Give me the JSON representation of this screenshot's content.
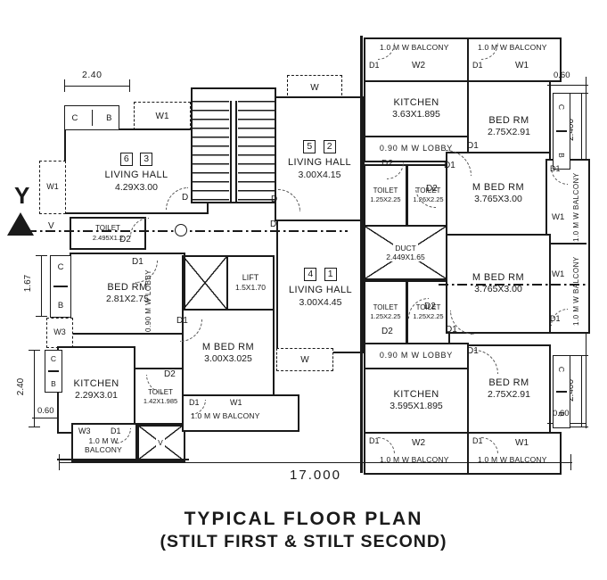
{
  "title": {
    "line1": "TYPICAL  FLOOR PLAN",
    "line2": "(STILT FIRST & STILT SECOND)"
  },
  "marker": {
    "y": "Y"
  },
  "labels": {
    "w": "W",
    "w1": "W1",
    "w2": "W2",
    "w3": "W3",
    "c": "C",
    "b": "B",
    "d": "D",
    "d1": "D1",
    "d2": "D2",
    "v": "V"
  },
  "texts": {
    "lobby": "0.90 M W LOBBY",
    "balcony": "1.0 M W BALCONY"
  },
  "dims": {
    "top_left": "2.40",
    "left_vert_upper": "1.67",
    "left_vert_lower": "2.40",
    "left_060": "0.60",
    "tr_060": "0.60",
    "tr_2400": "2.400",
    "br_060": "0.60",
    "br_2400": "2.400",
    "overall": "17.000"
  },
  "rooms": {
    "living63": {
      "u1": "6",
      "u2": "3",
      "name": "LIVING HALL",
      "dim": "4.29X3.00"
    },
    "living52": {
      "u1": "5",
      "u2": "2",
      "name": "LIVING HALL",
      "dim": "3.00X4.15"
    },
    "living41": {
      "u1": "4",
      "u2": "1",
      "name": "LIVING HALL",
      "dim": "3.00X4.45"
    },
    "bed_left": {
      "name": "BED RM",
      "dim": "2.81X2.75"
    },
    "kitchen_left": {
      "name": "KITCHEN",
      "dim": "2.29X3.01"
    },
    "toilet_left_top": {
      "name": "TOILET",
      "dim": "2.495X1.2"
    },
    "toilet_left_bottom": {
      "name": "TOILET",
      "dim": "1.42X1.985"
    },
    "mbed_center": {
      "name": "M BED RM",
      "dim": "3.00X3.025"
    },
    "lift": {
      "name": "LIFT",
      "dim": "1.5X1.70"
    },
    "kitchen_top_right": {
      "name": "KITCHEN",
      "dim": "3.63X1.895"
    },
    "bed_top_right": {
      "name": "BED RM",
      "dim": "2.75X2.91"
    },
    "mbed_right_upper": {
      "name": "M BED RM",
      "dim": "3.765X3.00"
    },
    "mbed_right_lower": {
      "name": "M BED RM",
      "dim": "3.765X3.00"
    },
    "duct": {
      "name": "DUCT",
      "dim": "2.449X1.65"
    },
    "toilet_r1": {
      "name": "TOILET",
      "dim": "1.25X2.25"
    },
    "toilet_r2": {
      "name": "TOILET",
      "dim": "1.26X2.25"
    },
    "toilet_r3": {
      "name": "TOILET",
      "dim": "1.25X2.25"
    },
    "toilet_r4": {
      "name": "TOILET",
      "dim": "1.25X2.25"
    },
    "kitchen_bottom_right": {
      "name": "KITCHEN",
      "dim": "3.595X1.895"
    },
    "bed_bottom_right": {
      "name": "BED RM",
      "dim": "2.75X2.91"
    }
  }
}
